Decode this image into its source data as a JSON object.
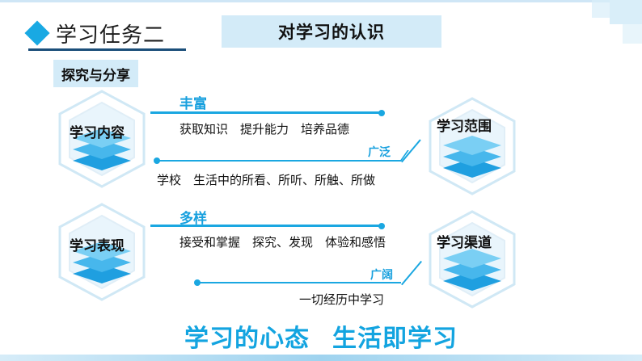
{
  "header": {
    "task_title": "学习任务二",
    "topic": "对学习的认识"
  },
  "explore_label": "探究与分享",
  "row1": {
    "left_hex": "学习内容",
    "right_hex": "学习范围",
    "top_label": "丰富",
    "top_text": "获取知识　提升能力　培养品德",
    "bottom_label": "广泛",
    "bottom_text": "学校　生活中的所看、所听、所触、所做"
  },
  "row2": {
    "left_hex": "学习表现",
    "right_hex": "学习渠道",
    "top_label": "多样",
    "top_text": "接受和掌握　探究、发现　体验和感悟",
    "bottom_label": "广阔",
    "bottom_text": "一切经历中学习"
  },
  "motto": {
    "left": "学习的心态",
    "right": "生活即学习"
  },
  "colors": {
    "accent": "#19a9e3",
    "topic_bg": "#d3ebf8",
    "motto": "#13a4e0"
  },
  "icons": [
    "diamond-bullet-icon",
    "hexagon-layers-icon"
  ]
}
